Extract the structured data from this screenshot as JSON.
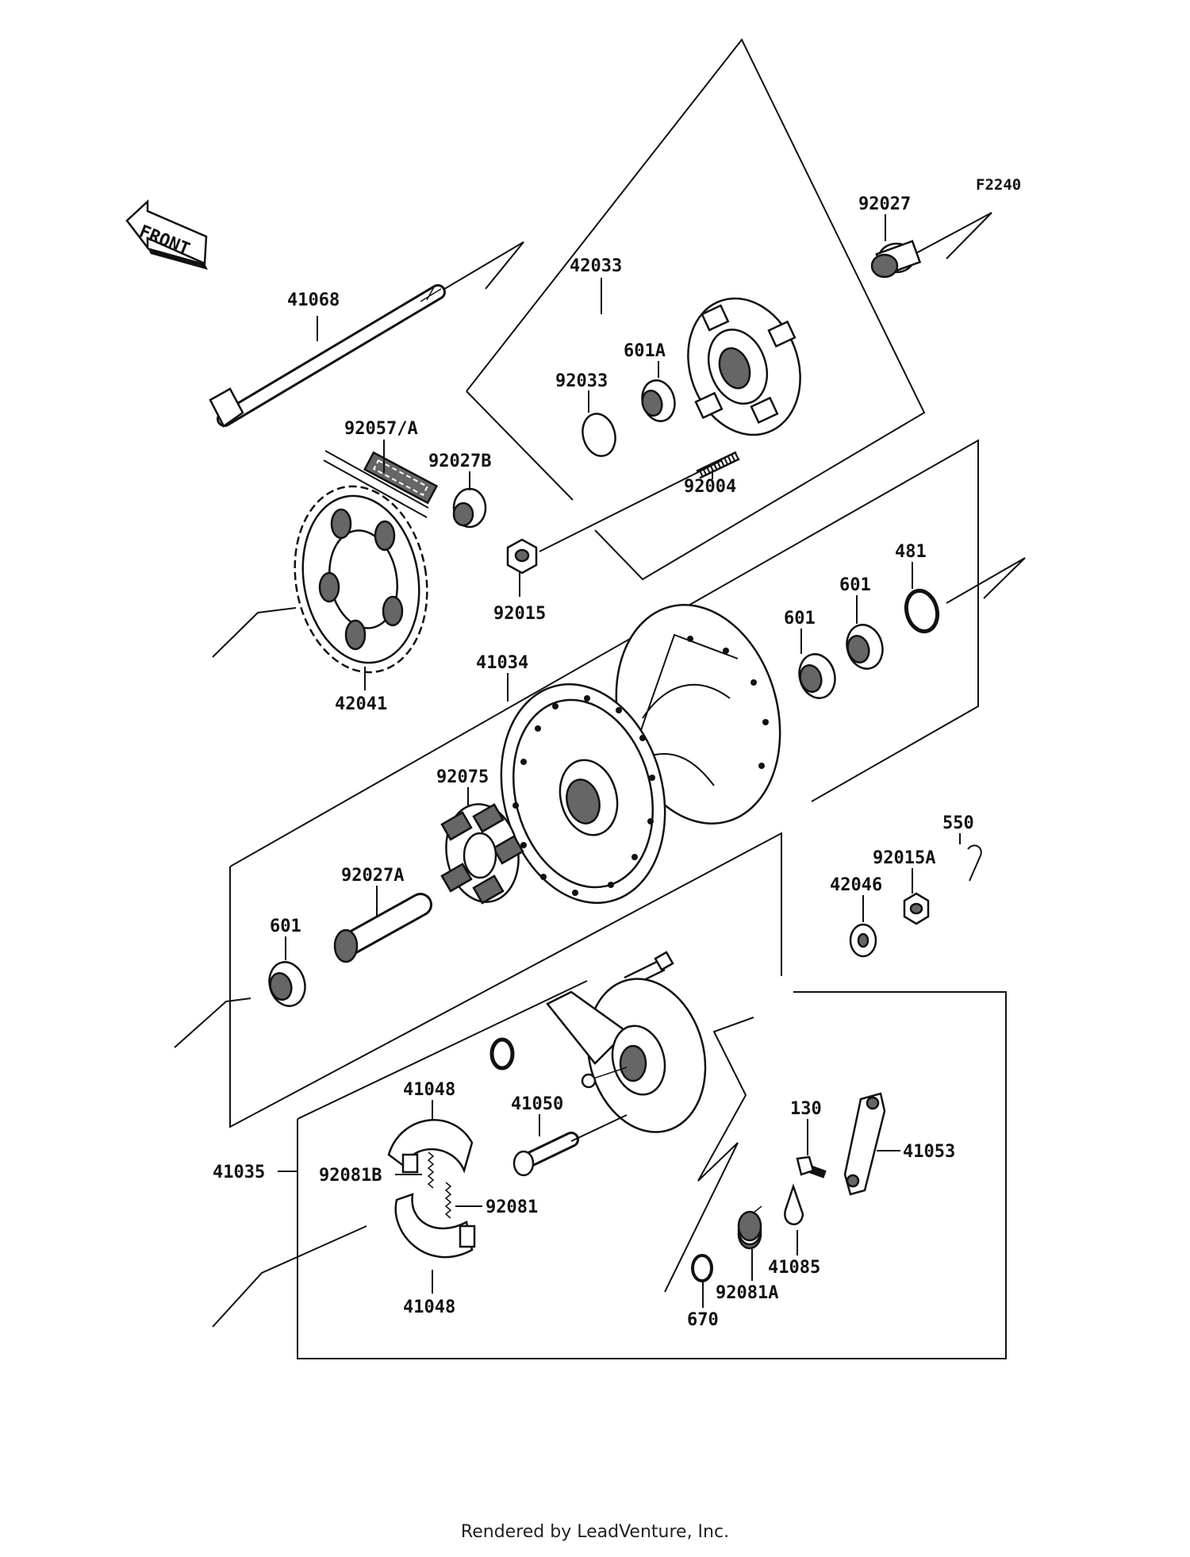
{
  "figure_code": "F2240",
  "front_label": "FRONT",
  "footer": "Rendered by LeadVenture, Inc.",
  "part_labels": {
    "p92027": "92027",
    "p42033": "42033",
    "p41068": "41068",
    "p601A": "601A",
    "p92033": "92033",
    "p92057A": "92057/A",
    "p92027B": "92027B",
    "p92004": "92004",
    "p92015": "92015",
    "p481": "481",
    "p601_top": "601",
    "p601_mid": "601",
    "p41034": "41034",
    "p42041": "42041",
    "p92075": "92075",
    "p550": "550",
    "p92015A": "92015A",
    "p92027A": "92027A",
    "p42046": "42046",
    "p601_left": "601",
    "p41048_top": "41048",
    "p41050": "41050",
    "p130": "130",
    "p41053": "41053",
    "p41035": "41035",
    "p92081B": "92081B",
    "p92081": "92081",
    "p41085": "41085",
    "p92081A": "92081A",
    "p41048_bot": "41048",
    "p670": "670"
  }
}
